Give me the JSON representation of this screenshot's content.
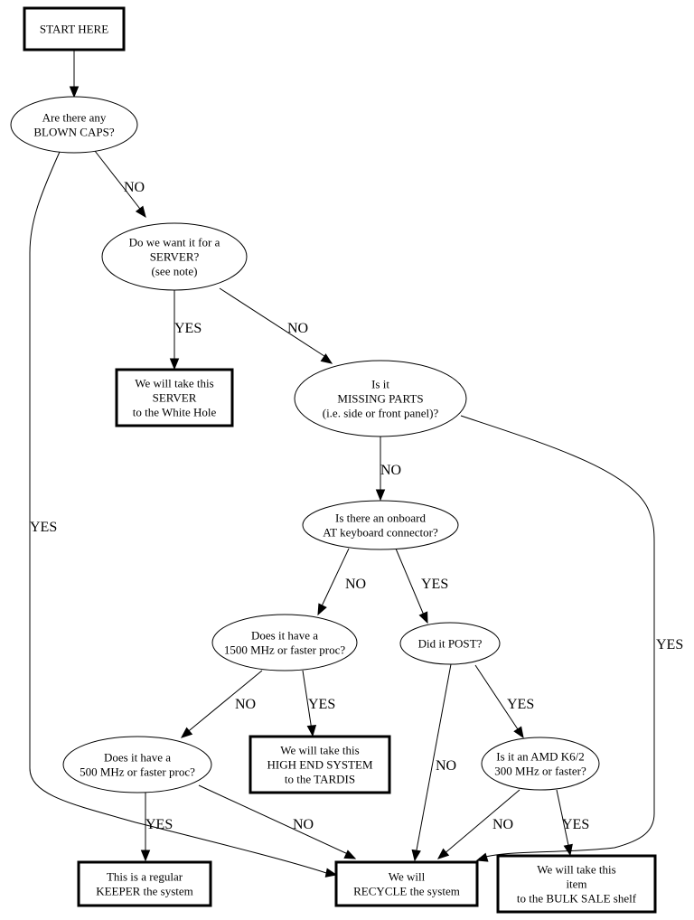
{
  "diagram": {
    "type": "flowchart",
    "nodes": [
      {
        "id": "start",
        "shape": "box",
        "lines": [
          "START HERE"
        ]
      },
      {
        "id": "blown_caps",
        "shape": "ellipse",
        "lines": [
          "Are there any",
          "BLOWN CAPS?"
        ]
      },
      {
        "id": "server_q",
        "shape": "ellipse",
        "lines": [
          "Do we want it for a",
          "SERVER?",
          "(see note)"
        ]
      },
      {
        "id": "white_hole",
        "shape": "box",
        "lines": [
          "We will take this",
          "SERVER",
          "to the White Hole"
        ]
      },
      {
        "id": "missing_parts",
        "shape": "ellipse",
        "lines": [
          "Is it",
          "MISSING PARTS",
          "(i.e. side or front panel)?"
        ]
      },
      {
        "id": "at_keyboard",
        "shape": "ellipse",
        "lines": [
          "Is there an onboard",
          "AT keyboard connector?"
        ]
      },
      {
        "id": "proc_1500",
        "shape": "ellipse",
        "lines": [
          "Does it have a",
          "1500 MHz or faster proc?"
        ]
      },
      {
        "id": "post",
        "shape": "ellipse",
        "lines": [
          "Did it POST?"
        ]
      },
      {
        "id": "tardis",
        "shape": "box",
        "lines": [
          "We will take this",
          "HIGH END SYSTEM",
          "to the TARDIS"
        ]
      },
      {
        "id": "proc_500",
        "shape": "ellipse",
        "lines": [
          "Does it have a",
          "500 MHz or faster proc?"
        ]
      },
      {
        "id": "amd_k62",
        "shape": "ellipse",
        "lines": [
          "Is it an AMD K6/2",
          "300 MHz or faster?"
        ]
      },
      {
        "id": "keeper",
        "shape": "box",
        "lines": [
          "This is a regular",
          "KEEPER the system"
        ]
      },
      {
        "id": "recycle",
        "shape": "box",
        "lines": [
          "We will",
          "RECYCLE the system"
        ]
      },
      {
        "id": "bulk_sale",
        "shape": "box",
        "lines": [
          "We will take this",
          "item",
          "to the BULK SALE shelf"
        ]
      }
    ],
    "edges": [
      {
        "from": "start",
        "to": "blown_caps",
        "label": ""
      },
      {
        "from": "blown_caps",
        "to": "server_q",
        "label": "NO"
      },
      {
        "from": "blown_caps",
        "to": "recycle",
        "label": "YES"
      },
      {
        "from": "server_q",
        "to": "white_hole",
        "label": "YES"
      },
      {
        "from": "server_q",
        "to": "missing_parts",
        "label": "NO"
      },
      {
        "from": "missing_parts",
        "to": "at_keyboard",
        "label": "NO"
      },
      {
        "from": "missing_parts",
        "to": "recycle",
        "label": "YES"
      },
      {
        "from": "at_keyboard",
        "to": "proc_1500",
        "label": "NO"
      },
      {
        "from": "at_keyboard",
        "to": "post",
        "label": "YES"
      },
      {
        "from": "proc_1500",
        "to": "proc_500",
        "label": "NO"
      },
      {
        "from": "proc_1500",
        "to": "tardis",
        "label": "YES"
      },
      {
        "from": "post",
        "to": "recycle",
        "label": "NO"
      },
      {
        "from": "post",
        "to": "amd_k62",
        "label": "YES"
      },
      {
        "from": "proc_500",
        "to": "keeper",
        "label": "YES"
      },
      {
        "from": "proc_500",
        "to": "recycle",
        "label": "NO"
      },
      {
        "from": "amd_k62",
        "to": "recycle",
        "label": "NO"
      },
      {
        "from": "amd_k62",
        "to": "bulk_sale",
        "label": "YES"
      }
    ]
  }
}
